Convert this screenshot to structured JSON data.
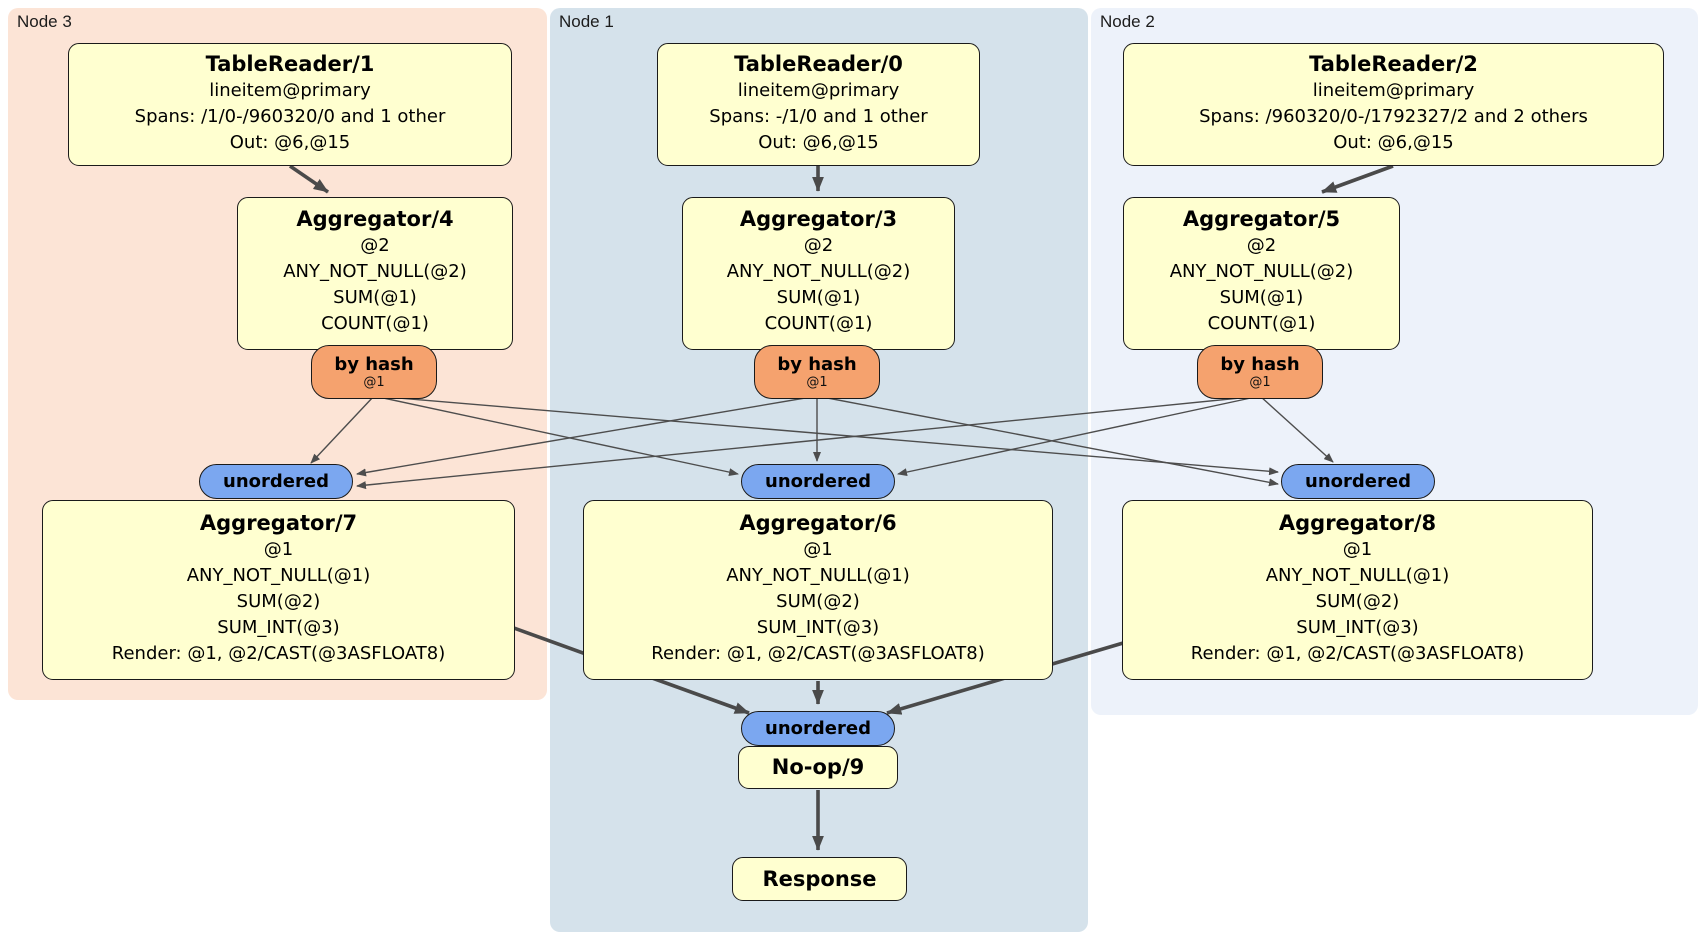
{
  "diagram": "DistSQL physical plan",
  "colors": {
    "node3_panel": "#fce4d6",
    "node1_panel": "#d5e2eb",
    "node2_panel": "#edf2fa",
    "processor_box": "#ffffd0",
    "router_fill": "#f5a26e",
    "sync_fill": "#7ba7f0",
    "edge": "#4a4a4a"
  },
  "nodes": [
    {
      "label": "Node 3",
      "tablereader": {
        "title": "TableReader/1",
        "lines": [
          "lineitem@primary",
          "Spans: /1/0-/960320/0 and 1 other",
          "Out: @6,@15"
        ]
      },
      "aggregator1": {
        "title": "Aggregator/4",
        "lines": [
          "@2",
          "ANY_NOT_NULL(@2)",
          "SUM(@1)",
          "COUNT(@1)"
        ]
      },
      "router": {
        "title": "by hash",
        "subtitle": "@1"
      },
      "sync": {
        "label": "unordered"
      },
      "aggregator2": {
        "title": "Aggregator/7",
        "lines": [
          "@1",
          "ANY_NOT_NULL(@1)",
          "SUM(@2)",
          "SUM_INT(@3)",
          "Render: @1, @2/CAST(@3ASFLOAT8)"
        ]
      }
    },
    {
      "label": "Node 1",
      "tablereader": {
        "title": "TableReader/0",
        "lines": [
          "lineitem@primary",
          "Spans: -/1/0 and 1 other",
          "Out: @6,@15"
        ]
      },
      "aggregator1": {
        "title": "Aggregator/3",
        "lines": [
          "@2",
          "ANY_NOT_NULL(@2)",
          "SUM(@1)",
          "COUNT(@1)"
        ]
      },
      "router": {
        "title": "by hash",
        "subtitle": "@1"
      },
      "sync": {
        "label": "unordered"
      },
      "aggregator2": {
        "title": "Aggregator/6",
        "lines": [
          "@1",
          "ANY_NOT_NULL(@1)",
          "SUM(@2)",
          "SUM_INT(@3)",
          "Render: @1, @2/CAST(@3ASFLOAT8)"
        ]
      },
      "final_sync": {
        "label": "unordered"
      },
      "noop": {
        "title": "No-op/9"
      },
      "response": {
        "title": "Response"
      }
    },
    {
      "label": "Node 2",
      "tablereader": {
        "title": "TableReader/2",
        "lines": [
          "lineitem@primary",
          "Spans: /960320/0-/1792327/2 and 2 others",
          "Out: @6,@15"
        ]
      },
      "aggregator1": {
        "title": "Aggregator/5",
        "lines": [
          "@2",
          "ANY_NOT_NULL(@2)",
          "SUM(@1)",
          "COUNT(@1)"
        ]
      },
      "router": {
        "title": "by hash",
        "subtitle": "@1"
      },
      "sync": {
        "label": "unordered"
      },
      "aggregator2": {
        "title": "Aggregator/8",
        "lines": [
          "@1",
          "ANY_NOT_NULL(@1)",
          "SUM(@2)",
          "SUM_INT(@3)",
          "Render: @1, @2/CAST(@3ASFLOAT8)"
        ]
      }
    }
  ]
}
